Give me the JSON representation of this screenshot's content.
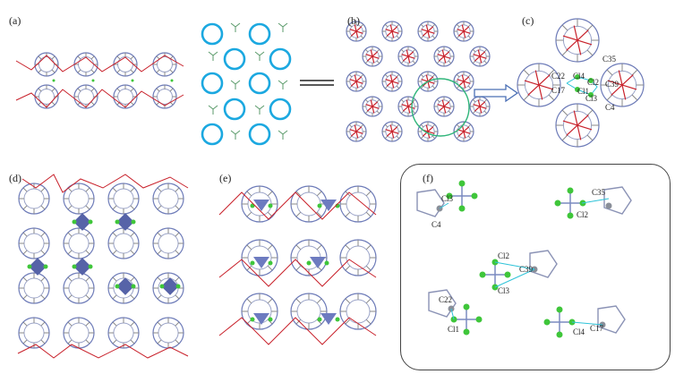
{
  "panels": {
    "a": "(a)",
    "b": "(b)",
    "c": "(c)",
    "d": "(d)",
    "e": "(e)",
    "f": "(f)"
  },
  "panel_c_atoms": [
    "C35",
    "C22",
    "Cl4",
    "Cl2",
    "C39",
    "C17",
    "Cl1",
    "Cl3",
    "C4"
  ],
  "panel_f_atoms": {
    "top_left": [
      "Cl3",
      "C4"
    ],
    "top_right": [
      "C35",
      "Cl2"
    ],
    "center": [
      "Cl2",
      "C39",
      "Cl3"
    ],
    "bottom_left": [
      "C22",
      "Cl1"
    ],
    "bottom_right": [
      "Cl4",
      "C17"
    ]
  },
  "colors": {
    "schematic_circle": "#1ba8e0",
    "cage_blue": "#6d7bb8",
    "bond_red": "#c8202a",
    "chlorine_green": "#3fc63a",
    "contact_cyan": "#2ec3d8",
    "arrow_blue": "#4a6fb5"
  }
}
